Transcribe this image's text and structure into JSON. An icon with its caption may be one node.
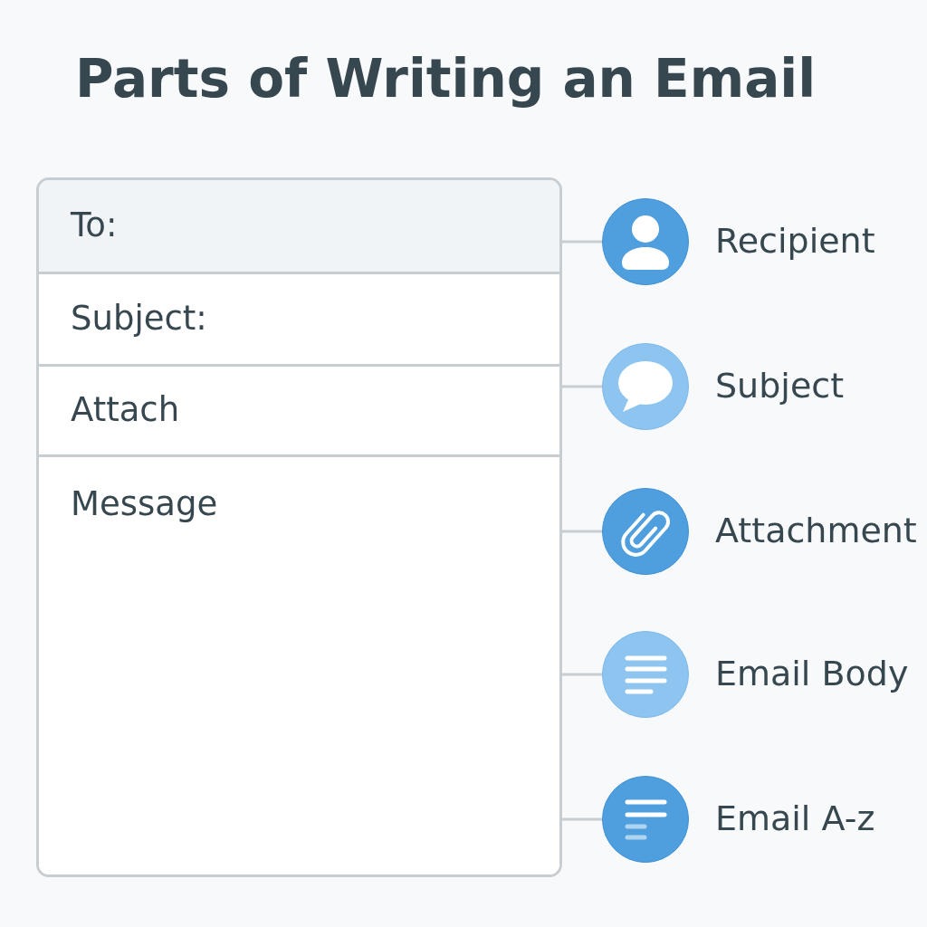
{
  "diagram": {
    "title": "Parts of Writing an Email",
    "nodes": [
      {
        "text": [],
        "shape": "box"
      },
      {
        "text": [
          "To:"
        ],
        "in": 0
      },
      {
        "text": [
          "Subject:"
        ],
        "in": 0
      },
      {
        "text": [
          "Attach"
        ],
        "in": 0
      },
      {
        "text": [
          "Message"
        ],
        "in": 0
      },
      {
        "text": [],
        "shape": "circle",
        "beside": [
          "Recipient"
        ]
      },
      {
        "text": [],
        "shape": "circle",
        "beside": [
          "Subject"
        ]
      },
      {
        "text": [],
        "shape": "circle",
        "beside": [
          "Attachment"
        ]
      },
      {
        "text": [],
        "shape": "circle",
        "beside": [
          "Email Body"
        ]
      },
      {
        "text": [],
        "shape": "circle",
        "beside": [
          "Email A-z"
        ]
      }
    ],
    "edges": [
      {
        "from": 0,
        "to": 5,
        "arrow": "none"
      },
      {
        "from": 0,
        "to": 6,
        "arrow": "none"
      },
      {
        "from": 0,
        "to": 7,
        "arrow": "none"
      },
      {
        "from": 0,
        "to": 8,
        "arrow": "none"
      },
      {
        "from": 0,
        "to": 9,
        "arrow": "none"
      }
    ]
  }
}
